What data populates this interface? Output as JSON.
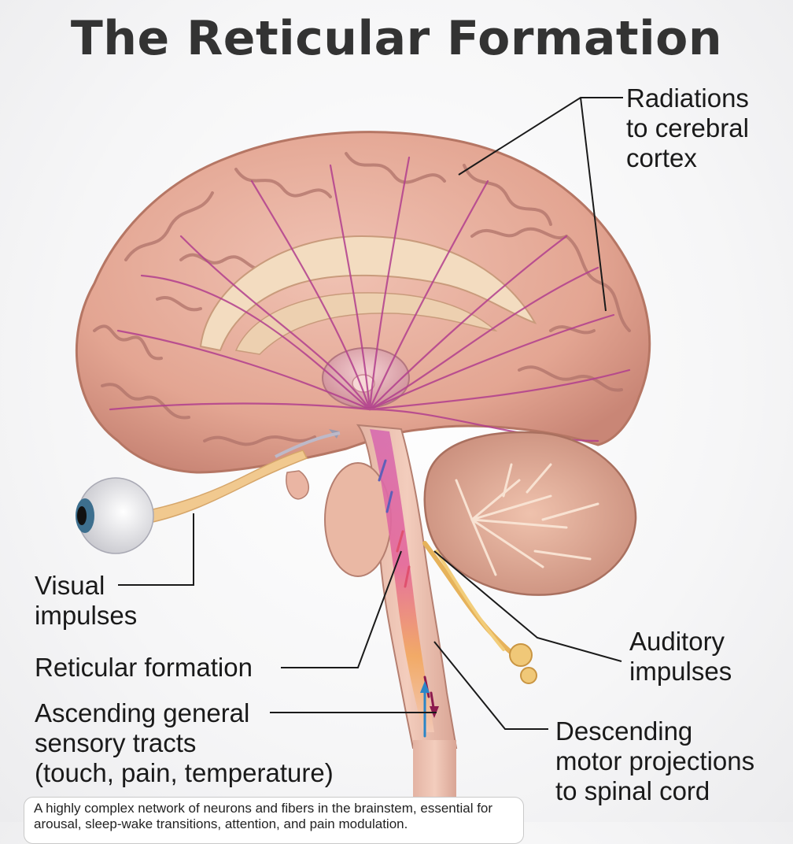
{
  "title": "The Reticular Formation",
  "labels": {
    "radiations": [
      "Radiations",
      "to cerebral",
      "cortex"
    ],
    "visual": [
      "Visual",
      "impulses"
    ],
    "reticular": [
      "Reticular formation"
    ],
    "ascending": [
      "Ascending general",
      "sensory tracts",
      "(touch, pain, temperature)"
    ],
    "auditory": [
      "Auditory",
      "impulses"
    ],
    "descending": [
      "Descending",
      "motor projections",
      "to spinal cord"
    ]
  },
  "caption": "A highly complex network of neurons and fibers in the brainstem, essential for arousal, sleep-wake transitions, attention, and pain modulation.",
  "colors": {
    "brain": "#e6aa99",
    "gyri_line": "#b0736a",
    "fiber": "#b23f8e",
    "corpus_callosum": "#f3dcc0",
    "cerebellum": "#d59a85",
    "ascending_arrow": "#2a86c8",
    "descending_arrow": "#8c1a4e"
  }
}
